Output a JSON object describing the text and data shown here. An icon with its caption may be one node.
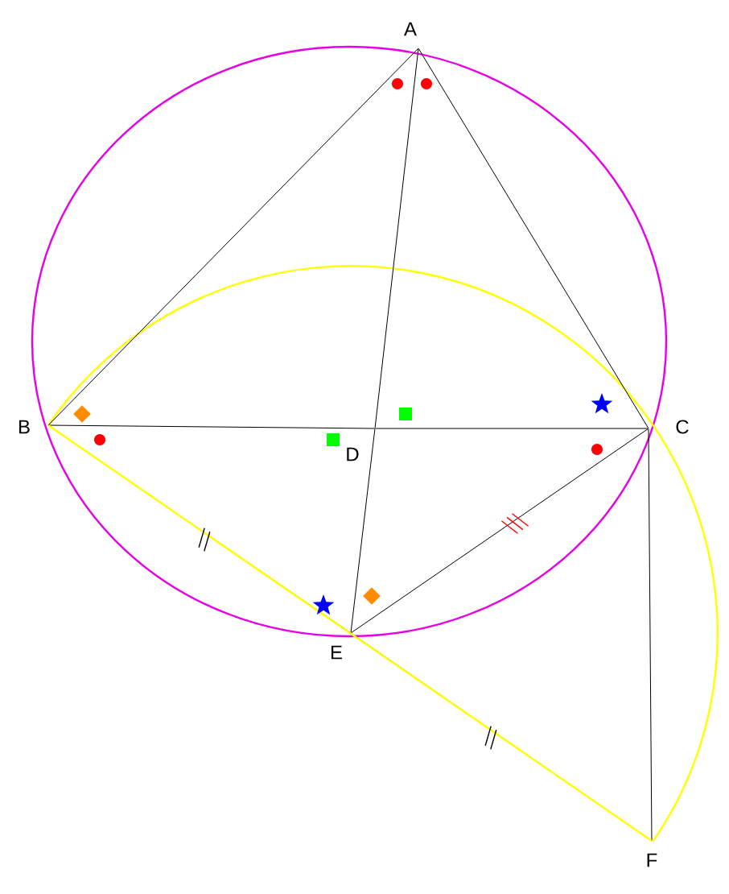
{
  "diagram": {
    "nodes": [
      {
        "text": [
          "A"
        ]
      },
      {
        "text": [
          "B"
        ]
      },
      {
        "text": [
          "C"
        ]
      },
      {
        "text": [
          "D"
        ]
      },
      {
        "text": [
          "E"
        ]
      },
      {
        "text": [
          "F"
        ]
      }
    ],
    "edges": [
      {
        "from": 0,
        "to": 1,
        "arrow": "none"
      },
      {
        "from": 0,
        "to": 2,
        "arrow": "none"
      },
      {
        "from": 1,
        "to": 3,
        "arrow": "none"
      },
      {
        "from": 3,
        "to": 2,
        "arrow": "none"
      },
      {
        "from": 0,
        "to": 3,
        "arrow": "none"
      },
      {
        "from": 3,
        "to": 4,
        "arrow": "none"
      },
      {
        "from": 1,
        "to": 4,
        "arrow": "none"
      },
      {
        "from": 4,
        "to": 5,
        "arrow": "none"
      },
      {
        "from": 4,
        "to": 2,
        "arrow": "none"
      },
      {
        "from": 2,
        "to": 5,
        "arrow": "none"
      },
      {
        "from": 1,
        "to": 5,
        "arrow": "none",
        "color": "#ffff00"
      }
    ]
  }
}
